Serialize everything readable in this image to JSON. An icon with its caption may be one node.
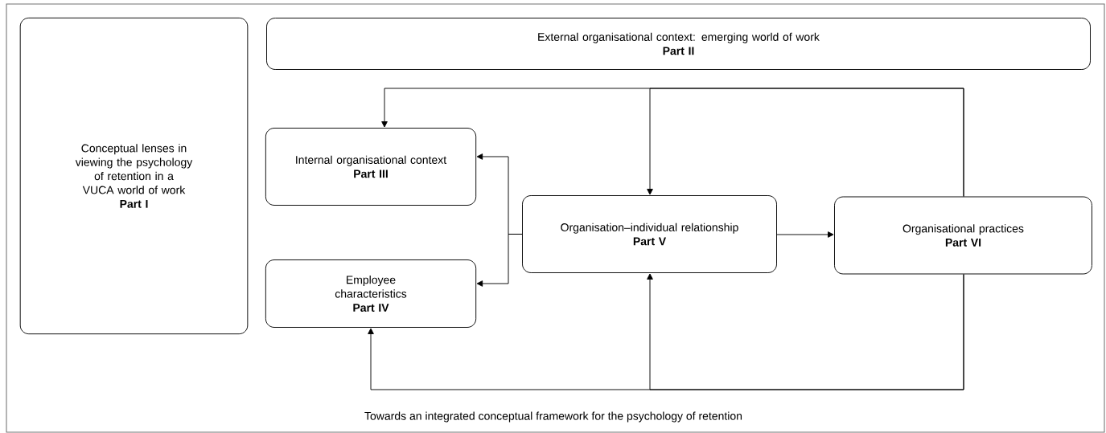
{
  "diagram": {
    "caption": "Towards an integrated conceptual framework for the psychology of retention",
    "nodes": [
      {
        "text": [
          "Conceptual lenses in viewing the psychology of retention in a VUCA world of work",
          "Part I"
        ]
      },
      {
        "text": [
          "External organisational context: emerging world of work",
          "Part II"
        ]
      },
      {
        "text": [
          "Internal organisational context",
          "Part III"
        ]
      },
      {
        "text": [
          "Employee characteristics",
          "Part IV"
        ]
      },
      {
        "text": [
          "Organisation–individual relationship",
          "Part V"
        ]
      },
      {
        "text": [
          "Organisational practices",
          "Part VI"
        ]
      }
    ],
    "edges": [
      {
        "from": 5,
        "to": 2,
        "arrow": "to"
      },
      {
        "from": 5,
        "to": 4,
        "arrow": "to"
      },
      {
        "from": 5,
        "to": 3,
        "arrow": "to"
      },
      {
        "from": 5,
        "to": 4,
        "arrow": "to"
      },
      {
        "from": 4,
        "to": 2,
        "arrow": "to"
      },
      {
        "from": 4,
        "to": 3,
        "arrow": "to"
      },
      {
        "from": 4,
        "to": 5,
        "arrow": "to"
      }
    ]
  }
}
